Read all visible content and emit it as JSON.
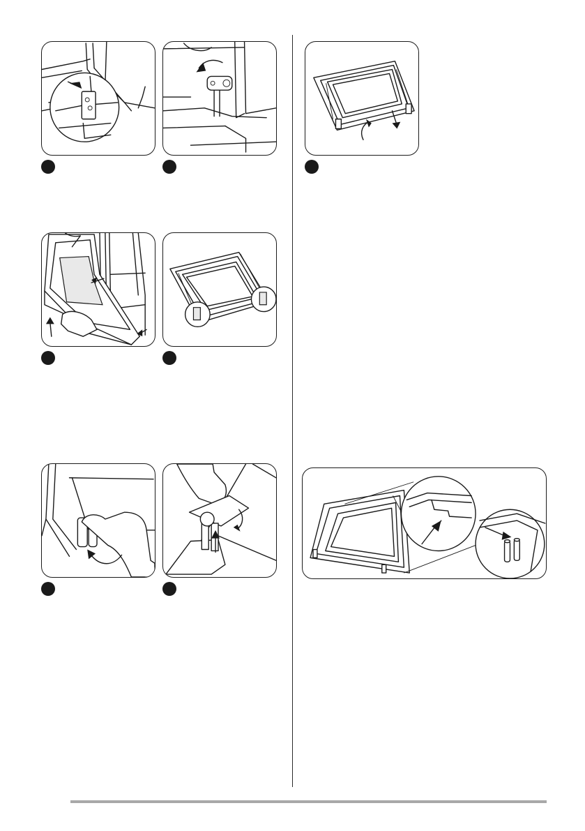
{
  "figures": [
    {
      "id": "fig-1",
      "icon": "hinge-lever-icon"
    },
    {
      "id": "fig-2",
      "icon": "hinge-rotate-icon"
    },
    {
      "id": "fig-3",
      "icon": "glass-panel-icon"
    },
    {
      "id": "fig-4",
      "icon": "door-lift-icon"
    },
    {
      "id": "fig-5",
      "icon": "panel-clips-icon"
    },
    {
      "id": "fig-6",
      "icon": "clip-turn-icon"
    },
    {
      "id": "fig-7",
      "icon": "clip-lift-icon"
    },
    {
      "id": "fig-8",
      "icon": "panel-reassembly-icon"
    }
  ],
  "colors": {
    "line": "#1a1a1a",
    "footer_bar": "#a8a8a8",
    "background": "#ffffff"
  }
}
